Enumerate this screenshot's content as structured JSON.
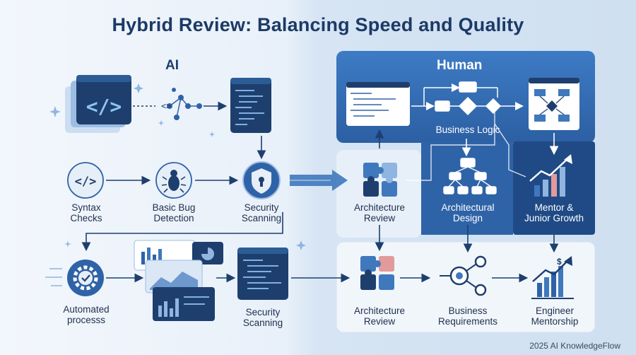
{
  "title": "Hybrid Review: Balancing Speed and Quality",
  "sections": {
    "ai": "AI",
    "human": "Human"
  },
  "ai_steps": {
    "syntax": "Syntax\nChecks",
    "bug": "Basic Bug\nDetection",
    "security_top": "Security\nScanning",
    "automated": "Automated\nprocesss",
    "security_bottom": "Security\nScanning"
  },
  "human_steps": {
    "business_logic": "Business Logic",
    "arch_review_top": "Architecture\nReview",
    "arch_design": "Architectural\nDesign",
    "mentor_growth": "Mentor &\nJunior Growth",
    "arch_review_bottom": "Architecture\nReview",
    "business_req": "Business\nRequirements",
    "engineer_mentorship": "Engineer\nMentorship"
  },
  "footer": "2025 AI KnowledgeFlow",
  "colors": {
    "navy": "#1e3f6e",
    "mid_blue": "#3f78bd",
    "panel_blue": "#2f63a8",
    "light_blue": "#8fb5e0",
    "accent_pink": "#e29a9a"
  }
}
